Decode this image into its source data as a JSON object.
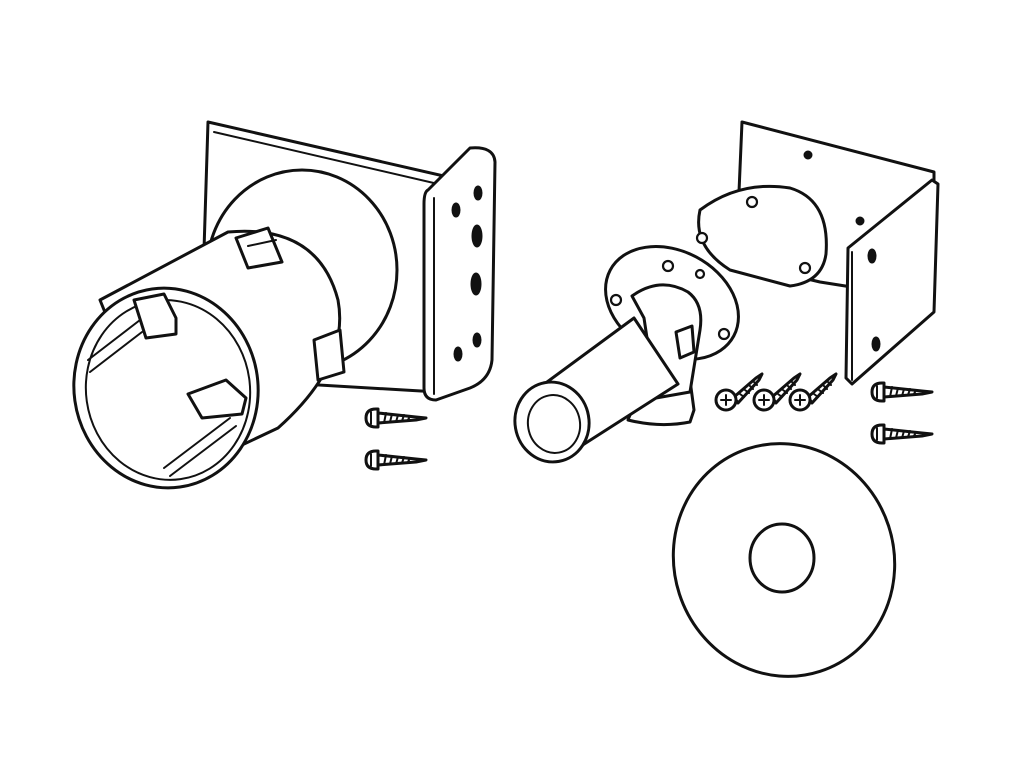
{
  "colors": {
    "line": "#111111",
    "background": "#ffffff"
  },
  "parts": [
    {
      "name": "left-mounting-bracket",
      "icon": "bracket"
    },
    {
      "name": "cylindrical-sleeve",
      "icon": "sleeve"
    },
    {
      "name": "right-mounting-bracket",
      "icon": "bracket"
    },
    {
      "name": "pipe-elbow-assembly",
      "icon": "elbow"
    },
    {
      "name": "round-gasket",
      "icon": "gasket"
    }
  ],
  "screws": {
    "left_group": 2,
    "middle_group": 3,
    "right_group": 2
  }
}
